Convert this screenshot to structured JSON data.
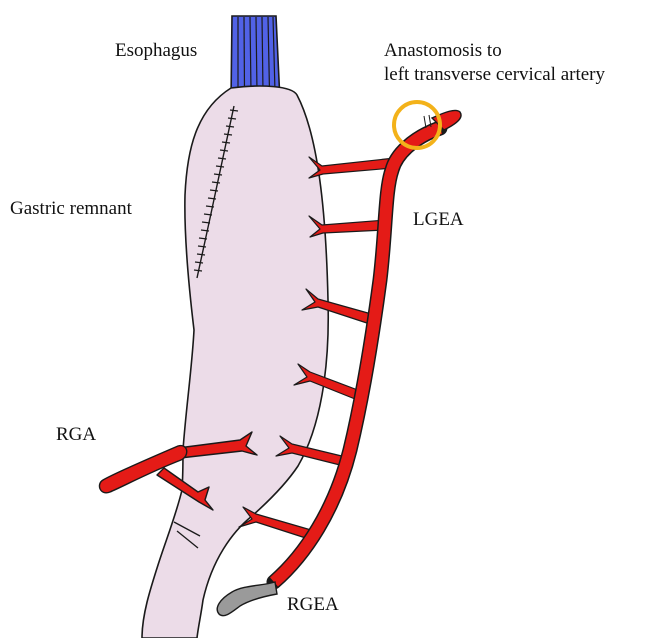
{
  "labels": {
    "esophagus": "Esophagus",
    "anastomosis_line1": "Anastomosis to",
    "anastomosis_line2": "left transverse cervical artery",
    "gastric_remnant": "Gastric remnant",
    "lgea": "LGEA",
    "rga": "RGA",
    "rgea": "RGEA"
  },
  "colors": {
    "stomach_fill": "#ecdce8",
    "outline": "#1a1a1a",
    "artery_red": "#e41b17",
    "esophagus_blue": "#5162e6",
    "ligated_gray": "#9a9a9a",
    "anastomosis_ring": "#f3b21a"
  }
}
